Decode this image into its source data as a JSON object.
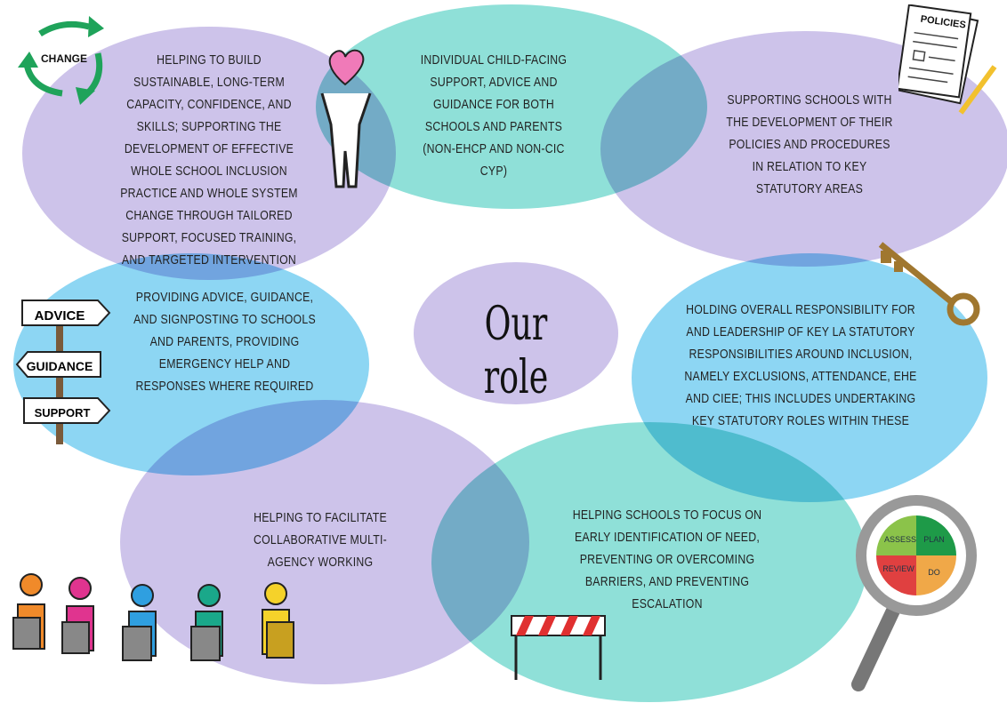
{
  "title": "Our role",
  "roles": [
    {
      "text": "Helping to build sustainable, long-term capacity, confidence, and skills; supporting the development of effective whole school inclusion practice and whole system change through tailored support, focused training, and targeted intervention"
    },
    {
      "text": "Individual child-facing support, advice and guidance for both schools and parents (non-EHCP and non-CiC CYP)"
    },
    {
      "text": "Supporting schools with the development of their policies and procedures in relation to key statutory areas"
    },
    {
      "text": "Providing advice, guidance, and signposting to schools and parents, providing emergency help and responses where required"
    },
    {
      "text": "Holding overall responsibility for and leadership of key LA statutory responsibilities around inclusion, namely exclusions, attendance, EHE and CIEE; this includes undertaking key statutory roles within these"
    },
    {
      "text": "Helping to facilitate collaborative multi-agency working"
    },
    {
      "text": "Helping schools to focus on early identification of need, preventing or overcoming barriers, and preventing escalation"
    }
  ],
  "icons": {
    "change_label": "CHANGE",
    "policies_label": "POLICIES",
    "signpost": [
      "ADVICE",
      "GUIDANCE",
      "SUPPORT"
    ],
    "cycle": [
      "ASSESS",
      "PLAN",
      "DO",
      "REVIEW"
    ]
  },
  "colors": {
    "purple": "#cdc3ea",
    "teal": "#8fe0d8",
    "blue": "#8dd6f3"
  }
}
